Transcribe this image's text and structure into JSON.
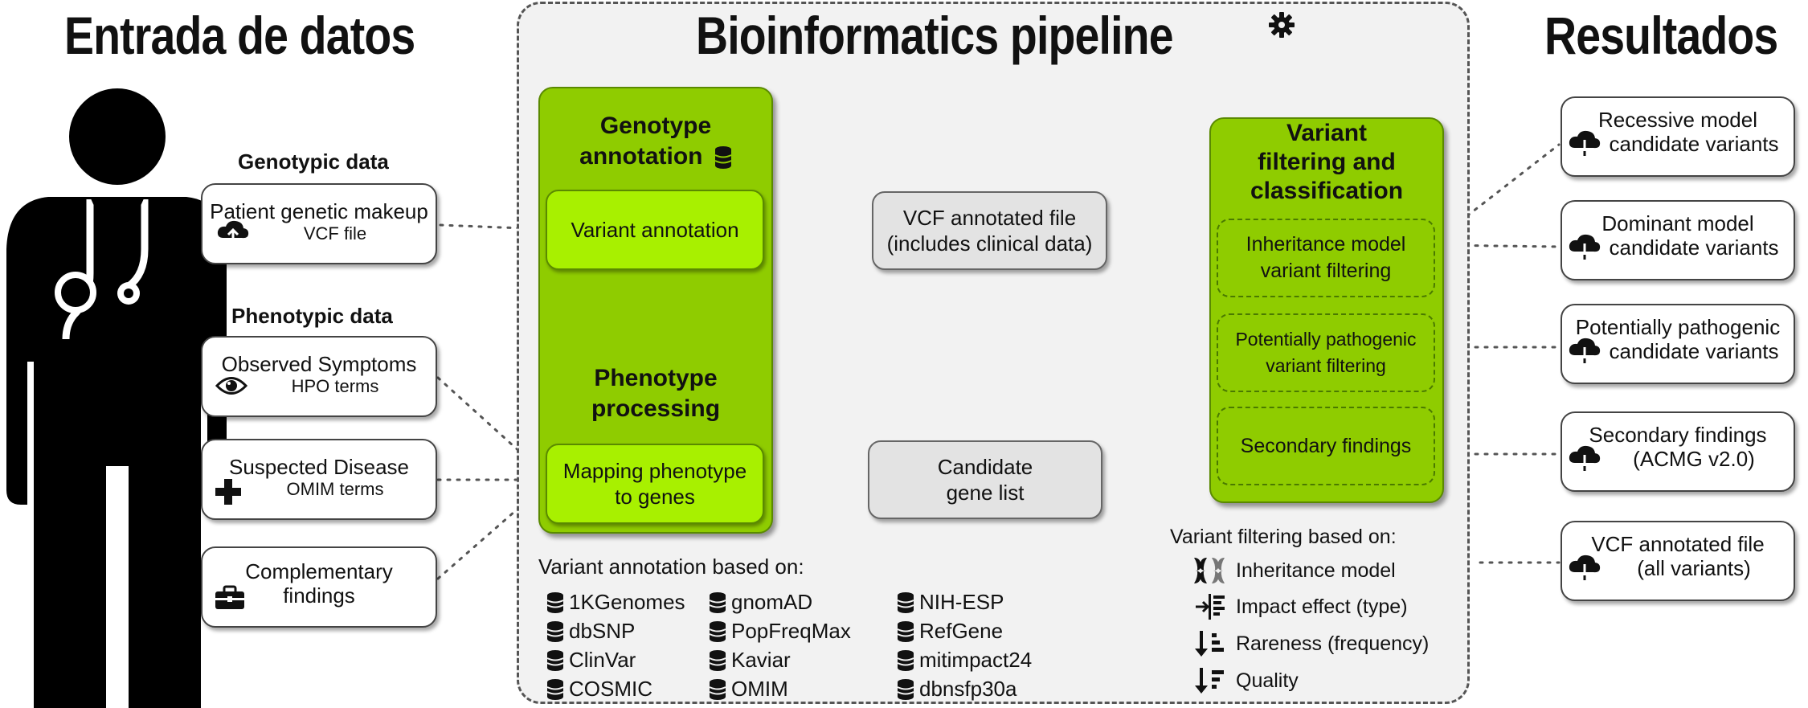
{
  "headings": {
    "input": "Entrada de datos",
    "pipeline": "Bioinformatics pipeline",
    "results": "Resultados"
  },
  "input": {
    "genotypic_label": "Genotypic data",
    "phenotypic_label": "Phenotypic data",
    "genetic": {
      "l1": "Patient genetic makeup",
      "l2": "VCF file"
    },
    "symptoms": {
      "l1": "Observed Symptoms",
      "l2": "HPO terms"
    },
    "disease": {
      "l1": "Suspected Disease",
      "l2": "OMIM terms"
    },
    "complementary": {
      "l1": "Complementary",
      "l2": "findings"
    }
  },
  "pipeline": {
    "genotype_title": [
      "Genotype",
      "annotation"
    ],
    "variant_annotation": "Variant annotation",
    "phenotype_title": [
      "Phenotype",
      "processing"
    ],
    "mapping": [
      "Mapping phenotype",
      "to genes"
    ],
    "vcf_annotated": [
      "VCF annotated file",
      "(includes clinical data)"
    ],
    "candidate_list": [
      "Candidate",
      "gene list"
    ],
    "filter_title": [
      "Variant",
      "filtering and",
      "classification"
    ],
    "inheritance_filter": [
      "Inheritance model",
      "variant filtering"
    ],
    "pathogenic_filter": [
      "Potentially pathogenic",
      "variant filtering"
    ],
    "secondary": "Secondary findings",
    "annotation_based_label": "Variant annotation based on:",
    "databases": [
      "1KGenomes",
      "dbSNP",
      "ClinVar",
      "COSMIC",
      "gnomAD",
      "PopFreqMax",
      "Kaviar",
      "OMIM",
      "NIH-ESP",
      "RefGene",
      "mitimpact24",
      "dbnsfp30a"
    ],
    "filtering_based_label": "Variant filtering based on:",
    "criteria": [
      "Inheritance model",
      "Impact effect (type)",
      "Rareness (frequency)",
      "Quality"
    ]
  },
  "results": [
    {
      "l1": "Recessive model",
      "l2": "candidate variants"
    },
    {
      "l1": "Dominant model",
      "l2": "candidate variants"
    },
    {
      "l1": "Potentially pathogenic",
      "l2": "candidate variants"
    },
    {
      "l1": "Secondary findings",
      "l2": "(ACMG v2.0)"
    },
    {
      "l1": "VCF annotated file",
      "l2": "(all variants)"
    }
  ],
  "colors": {
    "panel_green": "#8fcc00",
    "inner_green": "#a8f000",
    "pipeline_bg": "#f2f2f2",
    "gray_box": "#e3e3e3"
  }
}
